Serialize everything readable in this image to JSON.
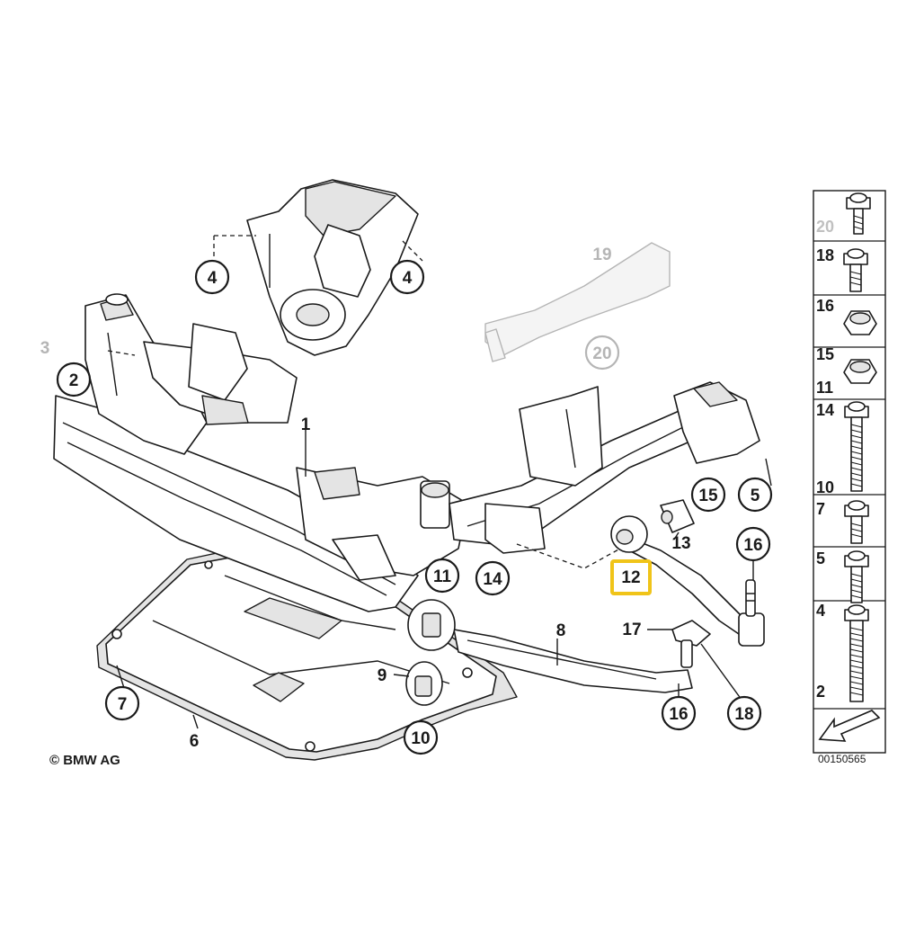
{
  "copyright": "© BMW AG",
  "diagram_code": "00150565",
  "highlight_color": "#f0c419",
  "faded_color": "#b5b5b5",
  "callouts_circled": [
    "4",
    "4",
    "2",
    "19",
    "20",
    "15",
    "5",
    "16",
    "11",
    "14",
    "7",
    "10",
    "16",
    "18"
  ],
  "callouts_plain": [
    "3",
    "1",
    "13",
    "12",
    "8",
    "17",
    "9",
    "6"
  ],
  "highlighted_callout": "12",
  "side_panel": [
    "20",
    "18",
    "16",
    "15",
    "11",
    "14",
    "10",
    "7",
    "5",
    "4",
    "2"
  ],
  "side_panel_icon": "arrow-icon"
}
